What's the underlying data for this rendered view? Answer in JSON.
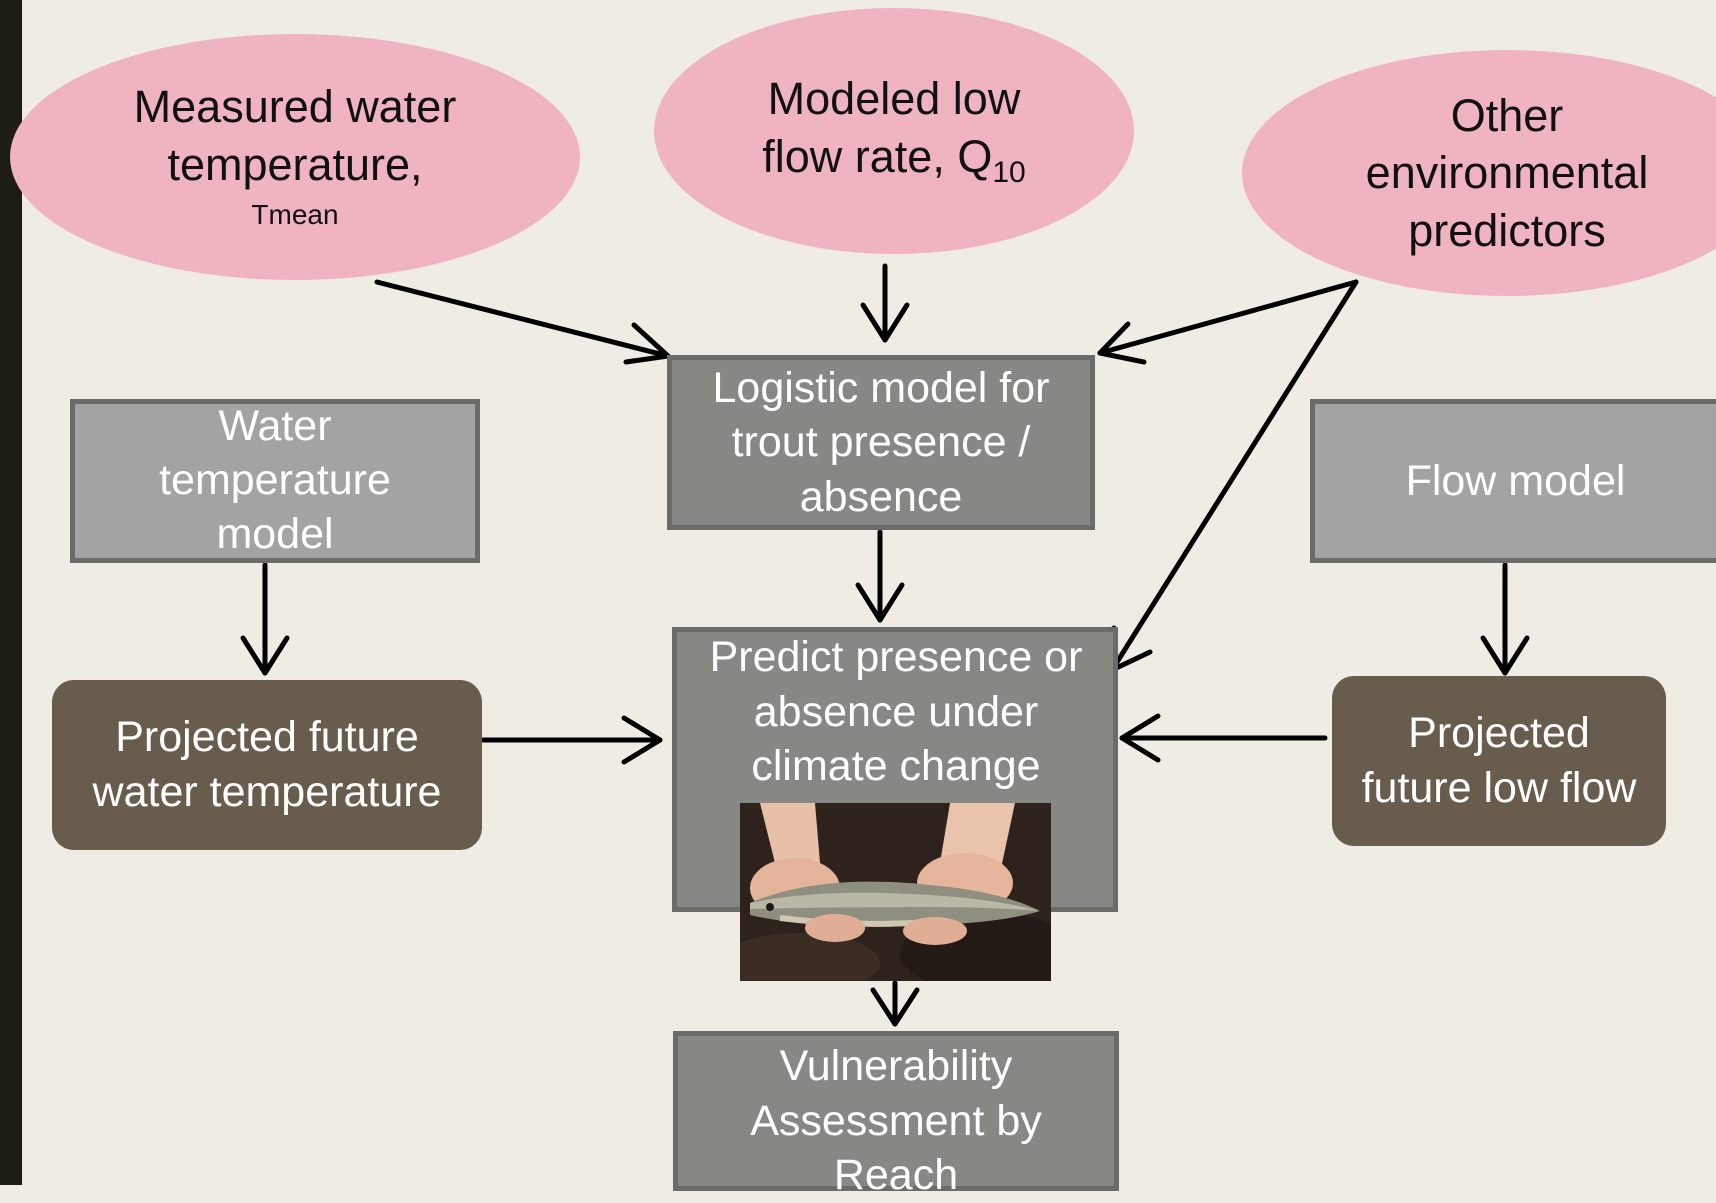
{
  "inputs": {
    "measured_temp": {
      "line1": "Measured water",
      "line2": "temperature,",
      "note": "Tmean"
    },
    "modeled_flow": {
      "line1": "Modeled low",
      "line2": "flow rate, Q",
      "subscript": "10"
    },
    "other_predictors": {
      "line1": "Other",
      "line2": "environmental",
      "line3": "predictors"
    }
  },
  "boxes": {
    "logistic": {
      "line1": "Logistic model for",
      "line2": "trout presence /",
      "line3": "absence"
    },
    "water_temp_model": {
      "line1": "Water",
      "line2": "temperature",
      "line3": "model"
    },
    "flow_model": {
      "line1": "Flow model"
    },
    "projected_temp": {
      "line1": "Projected future",
      "line2": "water temperature"
    },
    "projected_flow": {
      "line1": "Projected",
      "line2": "future low flow"
    },
    "predict": {
      "line1": "Predict presence or",
      "line2": "absence under",
      "line3": "climate change"
    },
    "vulnerability": {
      "line1": "Vulnerability",
      "line2": "Assessment by",
      "line3": "Reach"
    }
  },
  "photo": {
    "subject": "hands holding trout"
  },
  "colors": {
    "background": "#efece4",
    "ellipse": "#efb4bf",
    "box_light": "#a3a3a1",
    "box_mid": "#868883",
    "box_brown": "#685c4d",
    "arrow": "#000000"
  }
}
